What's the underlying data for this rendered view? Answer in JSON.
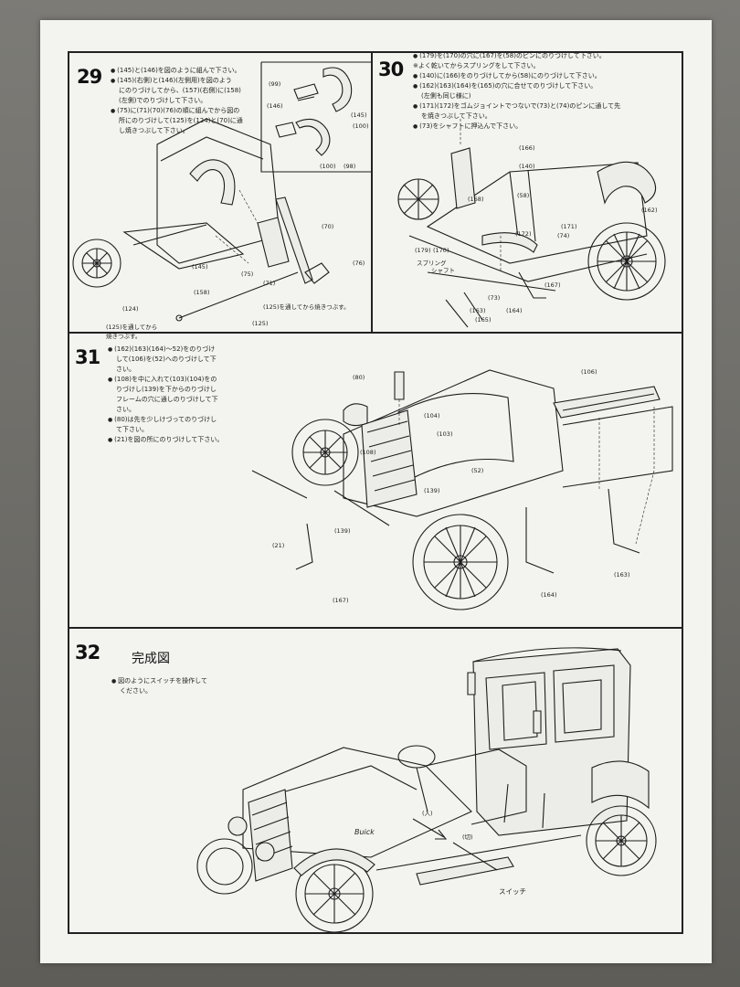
{
  "steps": {
    "s29": {
      "number": "29",
      "lines": [
        "(145)と(146)を図のように組んで下さい。",
        "(145)(右側)と(146)(左側用)を図のよう",
        "にのりづけしてから、(157)(右側)に(158)",
        "(左側)でのりづけして下さい。",
        "(75)に(71)(70)(76)の順に組んでから図の",
        "所にのりづけして(125)を(124)と(70)に通",
        "し焼きつぶして下さい。"
      ],
      "labels": [
        "(99)",
        "(146)",
        "(145)",
        "(100)",
        "(100)",
        "(98)",
        "(70)",
        "(76)",
        "(145)",
        "(75)",
        "(71)",
        "(158)",
        "(124)",
        "(125)を通してから焼きつぶす。",
        "(125)を通してから",
        "焼きつぶす。",
        "(125)"
      ]
    },
    "s30": {
      "number": "30",
      "lines": [
        "(179)を(170)の穴に(167)を(58)のピンにのりづけして下さい。",
        "※よく乾いてからスプリングをして下さい。",
        "(140)に(166)をのりづけしてから(58)にのりづけして下さい。",
        "(162)(163)(164)を(165)の穴に合せてのりづけして下さい。",
        "(左側も同じ様に)",
        "(171)(172)をゴムジョイントでつないで(73)と(74)のピンに通して先",
        "を焼きつぶして下さい。",
        "(73)をシャフトに押込んで下さい。"
      ],
      "labels": [
        "(166)",
        "(140)",
        "(58)",
        "(168)",
        "(162)",
        "(171)",
        "(74)",
        "(172)",
        "(179)",
        "(170)",
        "スプリング",
        "シャフト",
        "(167)",
        "(73)",
        "(163)",
        "(164)",
        "(165)"
      ]
    },
    "s31": {
      "number": "31",
      "lines": [
        "(162)(163)(164)〜52)をのりづけ",
        "して(106)を(52)へのりづけして下",
        "さい。",
        "(108)を中に入れて(103)(104)をの",
        "りづけし(139)を下からのりづけし",
        "フレームの穴に通しのりづけして下",
        "さい。",
        "(80)は先を少しけづってのりづけし",
        "て下さい。",
        "(21)を図の所にのりづけして下さい。"
      ],
      "labels": [
        "(80)",
        "(106)",
        "(104)",
        "(103)",
        "(108)",
        "(52)",
        "(139)",
        "(139)",
        "(21)",
        "(167)",
        "(164)",
        "(163)"
      ]
    },
    "s32": {
      "number": "32",
      "title": "完成図",
      "lines": [
        "図のようにスイッチを操作して",
        "ください。"
      ],
      "labels": [
        "(入)",
        "(切)",
        "スイッチ"
      ],
      "emblem": "Buick"
    }
  }
}
